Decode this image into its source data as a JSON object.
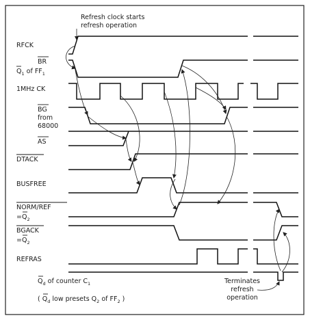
{
  "annotations": {
    "start": [
      "Refresh clock starts",
      "refresh operation"
    ],
    "terminates": [
      "Terminates",
      "refresh",
      "operation"
    ],
    "bottom_line1": {
      "q": "Q",
      "sub": "d",
      "text": " of counter C",
      "sub2": "1"
    },
    "bottom_line2": {
      "open": "( ",
      "q": "Q",
      "sub": "d",
      "text": " low presets Q",
      "sub2": "2",
      "text2": " of FF",
      "sub3": "2",
      "close": " )"
    }
  },
  "signals": {
    "rfck": "RFCK",
    "br": {
      "name": "BR",
      "line2_q": "Q",
      "line2_sub": "1",
      "line2_text": " of FF",
      "line2_sub2": "1"
    },
    "ck": "1MHz CK",
    "bg": {
      "name": "BG",
      "line2": "from",
      "line3": "68000"
    },
    "as": "AS",
    "dtack": "DTACK",
    "busfree": "BUSFREE",
    "normref": {
      "name": "NORM/REF",
      "line2_eq": "=",
      "line2_q": "Q",
      "line2_sub": "2"
    },
    "bgack": {
      "name": "BGACK",
      "line2_eq": "=",
      "line2_q": "Q",
      "line2_sub": "2"
    },
    "refras": "REFRAS"
  }
}
